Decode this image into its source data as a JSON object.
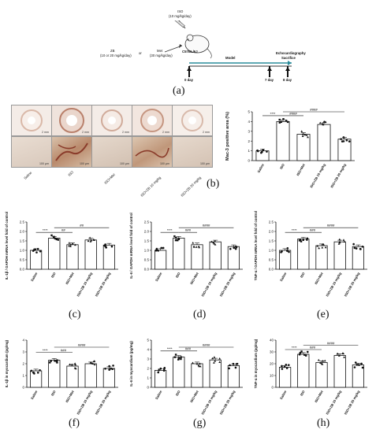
{
  "panel_a": {
    "label": "(a)",
    "iso_dose": "ISO",
    "iso_dose2": "(10 mg/kg/day)",
    "zb_dose": "ZB",
    "zb_dose2": "(10 or 20 mg/kg/day)",
    "or_text": "or",
    "met_dose": "Met",
    "met_dose2": "(30 mg/kg/day)",
    "mouse": "C57BL/6J",
    "model": "Model",
    "echo": "Echocardiography",
    "sacrifice": "Sacrifice",
    "day0": "0 day",
    "day7": "7 day",
    "day8": "8 day"
  },
  "panel_b": {
    "label": "(b)",
    "scale_top": "2 mm",
    "scale_bottom": "100 µm",
    "groups": [
      "Saline",
      "ISO",
      "ISO+Met",
      "ISO+ZB 10 mg/kg",
      "ISO+ZB 20 mg/kg"
    ]
  },
  "colors": {
    "bar_edge": "#111111",
    "bar_fill": "#ffffff",
    "stain": "#8a3b2a"
  },
  "chart_data": [
    {
      "id": "b_mac3",
      "type": "bar",
      "categories": [
        "Saline",
        "ISO",
        "ISO+Met",
        "ISO+ZB 10 mg/kg",
        "ISO+ZB 20 mg/kg"
      ],
      "values": [
        1.0,
        4.0,
        2.7,
        3.7,
        2.2
      ],
      "ylabel": "Mac-3 positive area  (%)",
      "ylim": [
        0,
        5
      ],
      "yticks": [
        "0",
        "1",
        "2",
        "3",
        "4",
        "5"
      ],
      "sig": [
        {
          "from": 0,
          "to": 1,
          "label": "****",
          "level": 4.6
        },
        {
          "from": 1,
          "to": 2,
          "label": "####",
          "level": 4.6
        },
        {
          "from": 1,
          "to": 4,
          "label": "####",
          "level": 5.0
        }
      ]
    },
    {
      "id": "c_il1b_mrna",
      "type": "bar",
      "label": "(c)",
      "categories": [
        "Saline",
        "ISO",
        "ISO+Met",
        "ISO+ZB 10 mg/kg",
        "ISO+ZB 20 mg/kg"
      ],
      "values": [
        1.0,
        1.65,
        1.3,
        1.55,
        1.28
      ],
      "ylabel": "IL-1β / GAPDH mRNA level fold of control",
      "ylim": [
        0,
        2.5
      ],
      "yticks": [
        "0.0",
        "0.5",
        "1.0",
        "1.5",
        "2.0",
        "2.5"
      ],
      "sig": [
        {
          "from": 0,
          "to": 1,
          "label": "****",
          "level": 1.95
        },
        {
          "from": 1,
          "to": 2,
          "label": "##",
          "level": 1.95
        },
        {
          "from": 1,
          "to": 4,
          "label": "##",
          "level": 2.2
        }
      ]
    },
    {
      "id": "d_il6_mrna",
      "type": "bar",
      "label": "(d)",
      "categories": [
        "Saline",
        "ISO",
        "ISO+Met",
        "ISO+ZB 10 mg/kg",
        "ISO+ZB 20 mg/kg"
      ],
      "values": [
        1.0,
        1.65,
        1.3,
        1.45,
        1.2
      ],
      "ylabel": "IL-6 / GAPDH mRNA level fold of control",
      "ylim": [
        0,
        2.5
      ],
      "yticks": [
        "0.0",
        "0.5",
        "1.0",
        "1.5",
        "2.0",
        "2.5"
      ],
      "sig": [
        {
          "from": 0,
          "to": 1,
          "label": "****",
          "level": 1.95
        },
        {
          "from": 1,
          "to": 2,
          "label": "###",
          "level": 1.95
        },
        {
          "from": 1,
          "to": 4,
          "label": "####",
          "level": 2.2
        }
      ]
    },
    {
      "id": "e_tnfa_mrna",
      "type": "bar",
      "label": "(e)",
      "categories": [
        "Saline",
        "ISO",
        "ISO+Met",
        "ISO+ZB 10 mg/kg",
        "ISO+ZB 20 mg/kg"
      ],
      "values": [
        1.0,
        1.6,
        1.25,
        1.45,
        1.2
      ],
      "ylabel": "TNF-α / GAPDH mRNA level fold of control",
      "ylim": [
        0,
        2.5
      ],
      "yticks": [
        "0.0",
        "0.5",
        "1.0",
        "1.5",
        "2.0",
        "2.5"
      ],
      "sig": [
        {
          "from": 0,
          "to": 1,
          "label": "****",
          "level": 1.95
        },
        {
          "from": 1,
          "to": 2,
          "label": "###",
          "level": 1.95
        },
        {
          "from": 1,
          "to": 4,
          "label": "####",
          "level": 2.2
        }
      ]
    },
    {
      "id": "f_il1b_myo",
      "type": "bar",
      "label": "(f)",
      "categories": [
        "Saline",
        "ISO",
        "ISO+Met",
        "ISO+ZB 10 mg/kg",
        "ISO+ZB 20 mg/kg"
      ],
      "values": [
        1.4,
        2.3,
        1.8,
        2.0,
        1.6
      ],
      "ylabel": "IL-1β in myocardium (pg/mg)",
      "ylim": [
        0,
        4
      ],
      "yticks": [
        "0",
        "1",
        "2",
        "3",
        "4"
      ],
      "sig": [
        {
          "from": 0,
          "to": 1,
          "label": "****",
          "level": 2.95
        },
        {
          "from": 1,
          "to": 2,
          "label": "###",
          "level": 2.95
        },
        {
          "from": 1,
          "to": 4,
          "label": "####",
          "level": 3.4
        }
      ]
    },
    {
      "id": "g_il6_myo",
      "type": "bar",
      "label": "(g)",
      "categories": [
        "Saline",
        "ISO",
        "ISO+Met",
        "ISO+ZB 10 mg/kg",
        "ISO+ZB 20 mg/kg"
      ],
      "values": [
        1.8,
        3.2,
        2.5,
        2.9,
        2.3
      ],
      "ylabel": "IL-6 in myocardium (pg/mg)",
      "ylim": [
        0,
        5
      ],
      "yticks": [
        "0",
        "1",
        "2",
        "3",
        "4",
        "5"
      ],
      "sig": [
        {
          "from": 0,
          "to": 1,
          "label": "****",
          "level": 3.85
        },
        {
          "from": 1,
          "to": 2,
          "label": "###",
          "level": 3.85
        },
        {
          "from": 1,
          "to": 4,
          "label": "####",
          "level": 4.25
        }
      ]
    },
    {
      "id": "h_tnfa_myo",
      "type": "bar",
      "label": "(h)",
      "categories": [
        "Saline",
        "ISO",
        "ISO+Met",
        "ISO+ZB 10 mg/kg",
        "ISO+ZB 20 mg/kg"
      ],
      "values": [
        17,
        28,
        21,
        27,
        19
      ],
      "ylabel": "TNF-α in myocardium (pg/mg)",
      "ylim": [
        0,
        40
      ],
      "yticks": [
        "0",
        "10",
        "20",
        "30",
        "40"
      ],
      "sig": [
        {
          "from": 0,
          "to": 1,
          "label": "****",
          "level": 32
        },
        {
          "from": 1,
          "to": 2,
          "label": "###",
          "level": 32
        },
        {
          "from": 1,
          "to": 4,
          "label": "####",
          "level": 35.5
        }
      ]
    }
  ]
}
